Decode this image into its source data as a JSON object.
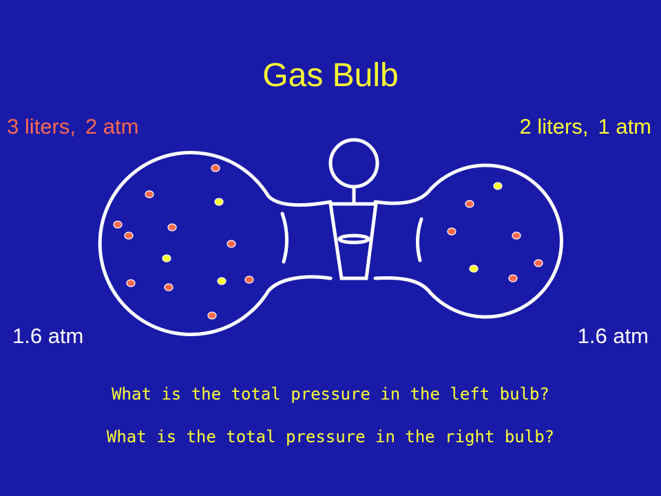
{
  "title": "Gas Bulb",
  "left_bulb": {
    "volume": "3 liters,",
    "pressure": "2 atm",
    "result": "1.6 atm",
    "molecule_colors": [
      "#ff6a4d",
      "#ffff33"
    ]
  },
  "right_bulb": {
    "volume": "2 liters,",
    "pressure": "1 atm",
    "result": "1.6 atm",
    "molecule_colors": [
      "#ff6a4d",
      "#ffff33"
    ]
  },
  "questions": [
    "What is the total pressure in the left bulb?",
    "What is the total pressure in the right bulb?"
  ],
  "colors": {
    "background": "#1a1aa8",
    "title": "#ffff33",
    "gas_a": "#ff6a4d",
    "gas_b": "#ffff33",
    "outline": "#ffffff"
  }
}
